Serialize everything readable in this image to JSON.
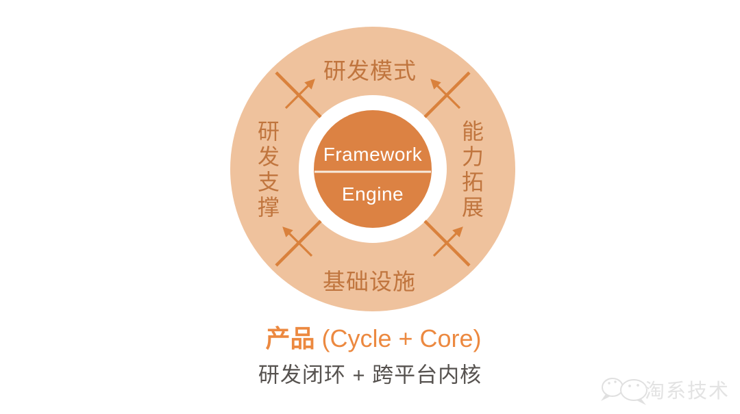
{
  "diagram": {
    "ring": {
      "top": "研发模式",
      "right": "能力拓展",
      "bottom": "基础设施",
      "left": "研发支撑"
    },
    "core": {
      "line1": "Framework",
      "line2": "Engine"
    }
  },
  "caption": {
    "product_zh": "产品",
    "product_en": "(Cycle + Core)",
    "subtitle": "研发闭环 + 跨平台内核"
  },
  "watermark": {
    "label": "淘系技术",
    "icon": "wechat-icon"
  },
  "colors": {
    "band": "#EFC29D",
    "core_circle": "#DC8243",
    "accent_lines": "#D9813C",
    "ring_text": "#C0753E",
    "caption_accent": "#EC8940",
    "subtitle_text": "#56524F",
    "watermark_gray": "#E3E3E3"
  }
}
